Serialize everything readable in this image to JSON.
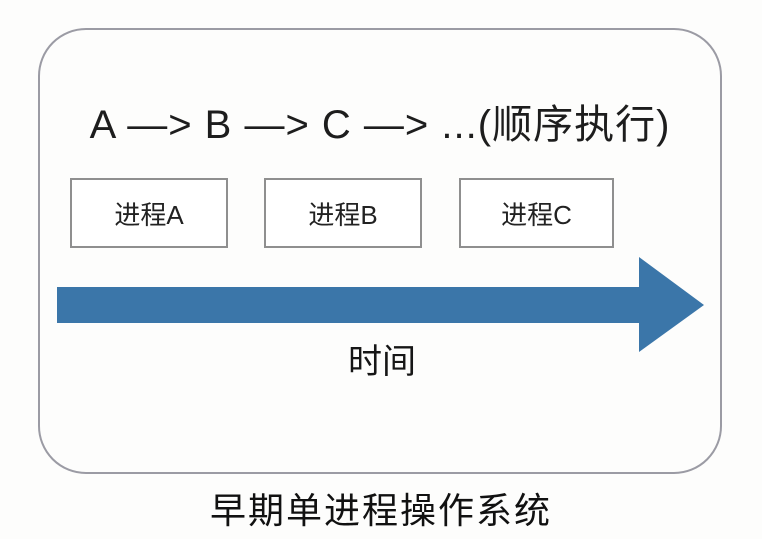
{
  "diagram": {
    "sequence_label": "A —> B —> C —> ...(顺序执行)",
    "processes": [
      {
        "label": "进程A"
      },
      {
        "label": "进程B"
      },
      {
        "label": "进程C"
      }
    ],
    "axis_label": "时间",
    "caption": "早期单进程操作系统",
    "colors": {
      "arrow": "#3b76a9",
      "frame_border": "#9b9ba4",
      "box_border": "#8f8f8f",
      "text": "#1c1c1c"
    }
  }
}
